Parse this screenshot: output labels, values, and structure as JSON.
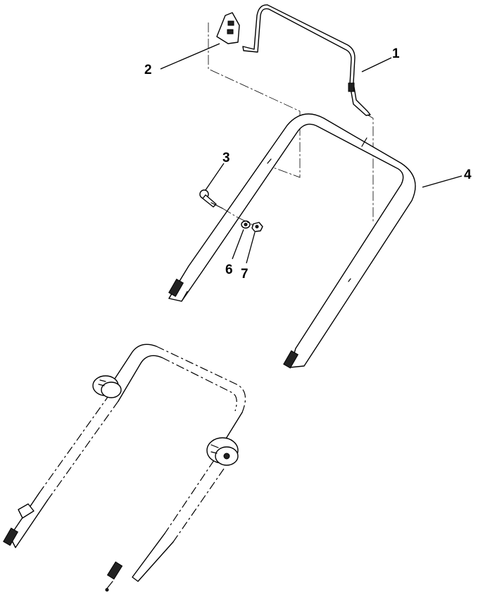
{
  "callouts": [
    {
      "id": "1",
      "text": "1"
    },
    {
      "id": "2",
      "text": "2"
    },
    {
      "id": "3",
      "text": "3"
    },
    {
      "id": "4",
      "text": "4"
    },
    {
      "id": "6",
      "text": "6"
    },
    {
      "id": "7",
      "text": "7"
    }
  ]
}
